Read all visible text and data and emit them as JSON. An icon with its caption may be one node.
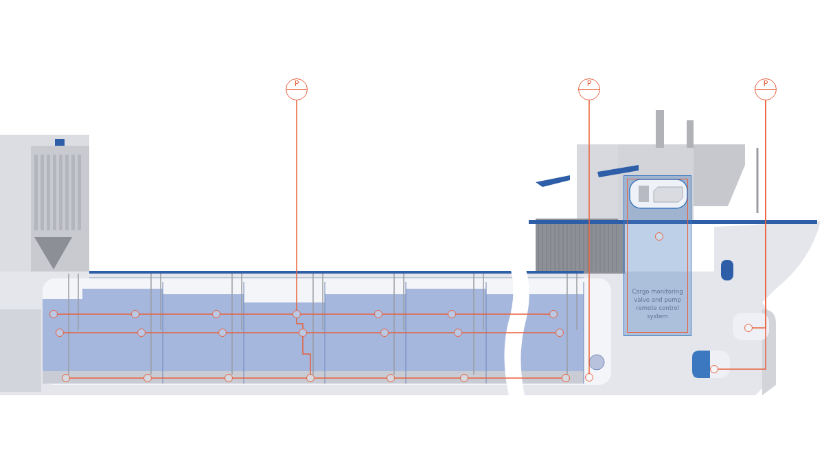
{
  "diagram": {
    "nodes": [
      {
        "text": [
          "P"
        ]
      },
      {
        "text": [
          "P"
        ]
      },
      {
        "text": [
          "P"
        ]
      },
      {
        "text": [
          "Cargo monitoring valve and pump remote control system"
        ]
      },
      {
        "text": [],
        "shape": "circle",
        "in": 3
      },
      {
        "text": [],
        "shape": "circle"
      },
      {
        "text": [],
        "shape": "circle"
      },
      {
        "text": [],
        "shape": "circle"
      },
      {
        "text": [],
        "shape": "circle"
      },
      {
        "text": [],
        "shape": "circle"
      },
      {
        "text": [],
        "shape": "circle"
      },
      {
        "text": [],
        "shape": "circle"
      },
      {
        "text": [],
        "shape": "circle"
      },
      {
        "text": [],
        "shape": "circle"
      },
      {
        "text": [],
        "shape": "circle"
      },
      {
        "text": [],
        "shape": "circle"
      },
      {
        "text": [],
        "shape": "circle"
      },
      {
        "text": [],
        "shape": "circle"
      },
      {
        "text": [],
        "shape": "circle"
      },
      {
        "text": [],
        "shape": "circle"
      },
      {
        "text": [],
        "shape": "circle"
      },
      {
        "text": [],
        "shape": "circle"
      },
      {
        "text": [],
        "shape": "circle"
      },
      {
        "text": [],
        "shape": "circle"
      },
      {
        "text": [],
        "shape": "circle"
      },
      {
        "text": [],
        "shape": "circle"
      },
      {
        "text": [],
        "shape": "circle"
      },
      {
        "text": [],
        "shape": "circle"
      },
      {
        "text": [],
        "shape": "circle"
      }
    ],
    "edges": [
      {
        "from": 0,
        "to": 8,
        "arrow": "none"
      },
      {
        "from": 8,
        "to": 15,
        "arrow": "none"
      },
      {
        "from": 15,
        "to": 22,
        "arrow": "none"
      },
      {
        "from": 1,
        "to": 26,
        "arrow": "none"
      },
      {
        "from": 2,
        "to": 27,
        "arrow": "none"
      },
      {
        "from": 2,
        "to": 28,
        "arrow": "none"
      },
      {
        "from": 5,
        "to": 6,
        "arrow": "none"
      },
      {
        "from": 6,
        "to": 7,
        "arrow": "none"
      },
      {
        "from": 7,
        "to": 8,
        "arrow": "none"
      },
      {
        "from": 8,
        "to": 9,
        "arrow": "none"
      },
      {
        "from": 9,
        "to": 10,
        "arrow": "none"
      },
      {
        "from": 10,
        "to": 11,
        "arrow": "none"
      },
      {
        "from": 12,
        "to": 13,
        "arrow": "none"
      },
      {
        "from": 13,
        "to": 14,
        "arrow": "none"
      },
      {
        "from": 14,
        "to": 15,
        "arrow": "none"
      },
      {
        "from": 15,
        "to": 16,
        "arrow": "none"
      },
      {
        "from": 16,
        "to": 17,
        "arrow": "none"
      },
      {
        "from": 17,
        "to": 18,
        "arrow": "none"
      },
      {
        "from": 19,
        "to": 20,
        "arrow": "none"
      },
      {
        "from": 20,
        "to": 21,
        "arrow": "none"
      },
      {
        "from": 21,
        "to": 22,
        "arrow": "none"
      },
      {
        "from": 22,
        "to": 23,
        "arrow": "none"
      },
      {
        "from": 23,
        "to": 24,
        "arrow": "none"
      },
      {
        "from": 24,
        "to": 25,
        "arrow": "none"
      }
    ]
  }
}
